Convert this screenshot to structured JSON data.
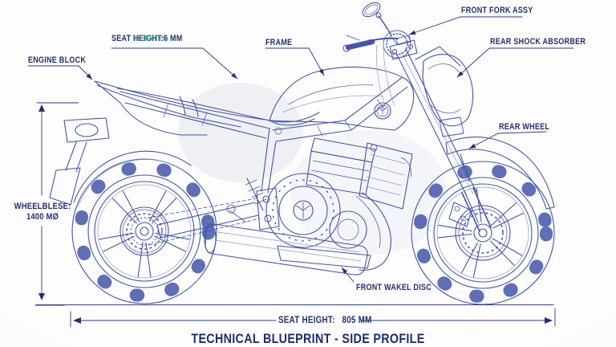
{
  "page": {
    "title": "TECHNICAL BLUEPRINT - SIDE PROFILE",
    "colors": {
      "label_ink": "#22306f",
      "blueprint_line": "#4356a8",
      "blueprint_line_light": "#8d9ace",
      "glitch_teal": "#167f86",
      "background": "#fdfdfe"
    }
  },
  "callouts": {
    "engine_block": "ENGINE BLOCK",
    "seat_height_top": {
      "p1": "SEAT ",
      "p2": "HEIGHT:6",
      "p3": " MM"
    },
    "frame": "FRAME",
    "front_fork": "FRONT FORK ASSY",
    "rear_shock": "REAR SHOCK ABSORBER",
    "rear_wheel": "REAR WHEEL",
    "front_disc": "FRONT WAKEL DISC"
  },
  "dimensions": {
    "wheelbase_label": "WHEELBLESE:",
    "wheelbase_value": "1400 MØ",
    "seat_height_bottom": "SEAT HEIGHT:   805 MM"
  }
}
